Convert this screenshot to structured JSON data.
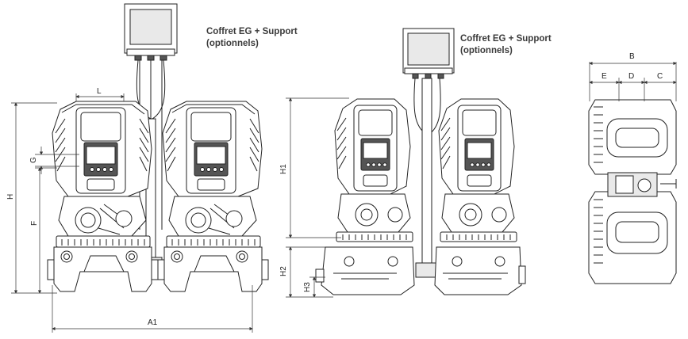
{
  "views": {
    "front": {
      "caption_line1": "Coffret EG + Support",
      "caption_line2": "(optionnels)",
      "dims": {
        "L": "L",
        "G": "G",
        "H": "H",
        "F": "F",
        "A1": "A1"
      }
    },
    "side": {
      "caption_line1": "Coffret EG + Support",
      "caption_line2": "(optionnels)",
      "dims": {
        "H1": "H1",
        "H2": "H2",
        "H3": "H3"
      }
    },
    "top": {
      "dims": {
        "B": "B",
        "E": "E",
        "D": "D",
        "C": "C"
      }
    }
  }
}
